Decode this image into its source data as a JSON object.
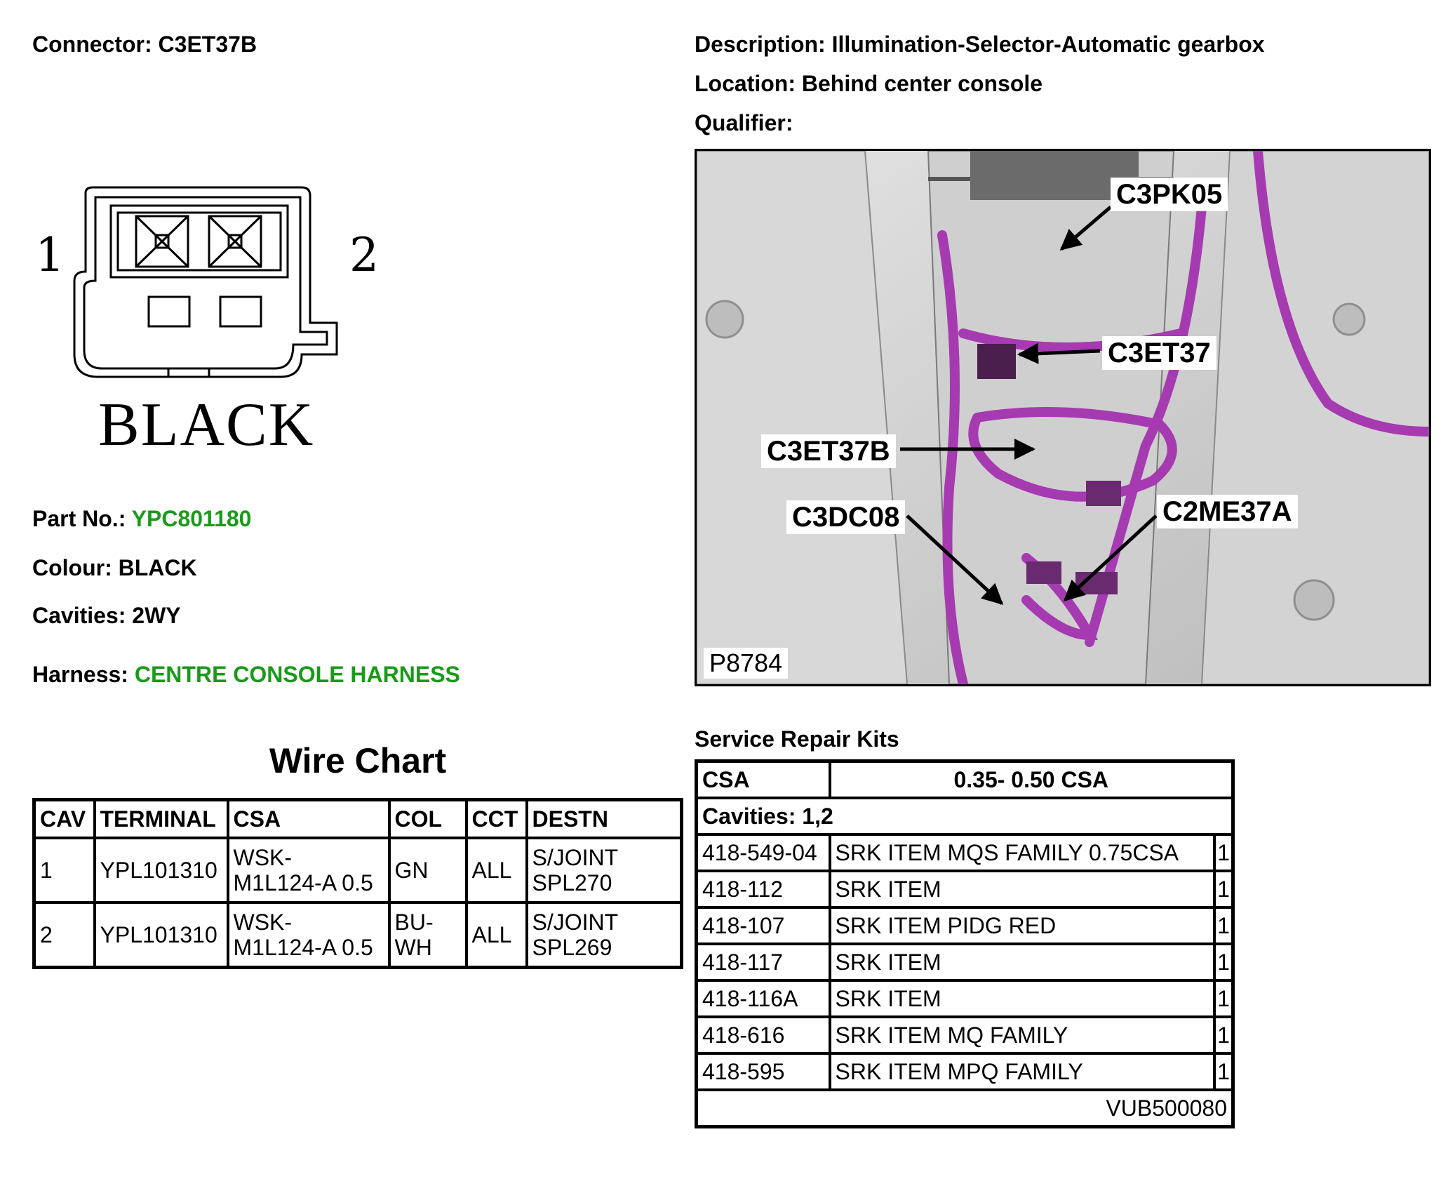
{
  "connector": {
    "label": "Connector:",
    "value": "C3ET37B",
    "pin_left": "1",
    "pin_right": "2",
    "colour_big": "BLACK"
  },
  "description": {
    "desc_label": "Description:",
    "desc_value": "Illumination-Selector-Automatic gearbox",
    "loc_label": "Location:",
    "loc_value": "Behind center console",
    "qual_label": "Qualifier:"
  },
  "info": {
    "part_label": "Part No.:",
    "part_value": "YPC801180",
    "colour_label": "Colour:",
    "colour_value": "BLACK",
    "cav_label": "Cavities:",
    "cav_value": "2WY",
    "harness_label": "Harness:",
    "harness_value": "CENTRE CONSOLE HARNESS"
  },
  "colors": {
    "link": "#1a9a1a",
    "harness": "#a63ab0"
  },
  "photo": {
    "id": "P8784",
    "callouts": [
      "C3PK05",
      "C3ET37",
      "C3ET37B",
      "C3DC08",
      "C2ME37A"
    ]
  },
  "wire_chart": {
    "title": "Wire Chart",
    "headers": [
      "CAV",
      "TERMINAL",
      "CSA",
      "COL",
      "CCT",
      "DESTN"
    ],
    "rows": [
      {
        "cav": "1",
        "terminal": "YPL101310",
        "csa_l1": "WSK-",
        "csa_l2": "M1L124-A 0.5",
        "col_l1": "GN",
        "col_l2": "",
        "cct": "ALL",
        "dest_l1": "S/JOINT",
        "dest_l2": "SPL270"
      },
      {
        "cav": "2",
        "terminal": "YPL101310",
        "csa_l1": "WSK-",
        "csa_l2": "M1L124-A 0.5",
        "col_l1": "BU-",
        "col_l2": "WH",
        "cct": "ALL",
        "dest_l1": "S/JOINT",
        "dest_l2": "SPL269"
      }
    ]
  },
  "srk": {
    "title": "Service Repair Kits",
    "csa_label": "CSA",
    "csa_value": "0.35- 0.50 CSA",
    "cavities": "Cavities: 1,2",
    "items": [
      {
        "code": "418-549-04",
        "desc": "SRK ITEM MQS FAMILY 0.75CSA",
        "qty": "1"
      },
      {
        "code": "418-112",
        "desc": "SRK ITEM",
        "qty": "1"
      },
      {
        "code": "418-107",
        "desc": "SRK ITEM PIDG RED",
        "qty": "1"
      },
      {
        "code": "418-117",
        "desc": "SRK ITEM",
        "qty": "1"
      },
      {
        "code": "418-116A",
        "desc": "SRK ITEM",
        "qty": "1"
      },
      {
        "code": "418-616",
        "desc": "SRK ITEM MQ FAMILY",
        "qty": "1"
      },
      {
        "code": "418-595",
        "desc": "SRK ITEM MPQ FAMILY",
        "qty": "1"
      }
    ],
    "footer": "VUB500080"
  }
}
